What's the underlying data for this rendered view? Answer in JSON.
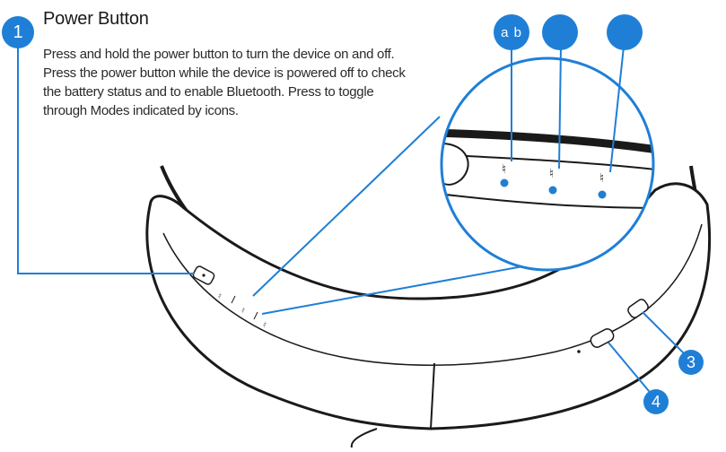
{
  "callouts": {
    "power": "1",
    "right_button": "3",
    "bottom_button": "4"
  },
  "power_section": {
    "title": "Power Button",
    "description": "Press and hold the power button to turn the device on and off. Press the power button while the device is powered off to check the battery status and to enable Bluetooth. Press to toggle through Modes indicated by icons."
  },
  "mode_badges": {
    "a_b": "a b",
    "second": "",
    "third": ""
  },
  "colors": {
    "accent": "#1f7fd6",
    "outline": "#1a1a1a"
  }
}
